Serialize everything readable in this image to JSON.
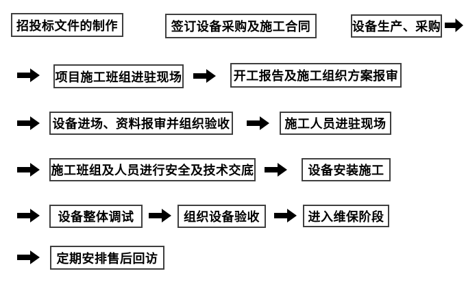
{
  "diagram": {
    "type": "flowchart",
    "background_color": "#ffffff",
    "box_border_color": "#3e3e3e",
    "text_color": "#000000",
    "arrow_color": "#000000",
    "arrow_icon": "right-block-arrow",
    "nodes": [
      {
        "label": "招投标文件的制作"
      },
      {
        "label": "签订设备采购及施工合同"
      },
      {
        "label": "设备生产、采购"
      },
      {
        "label": "项目施工班组进驻现场"
      },
      {
        "label": "开工报告及施工组织方案报审"
      },
      {
        "label": "设备进场、资料报审并组织验收"
      },
      {
        "label": "施工人员进驻现场"
      },
      {
        "label": "施工班组及人员进行安全及技术交底"
      },
      {
        "label": "设备安装施工"
      },
      {
        "label": "设备整体调试"
      },
      {
        "label": "组织设备验收"
      },
      {
        "label": "进入维保阶段"
      },
      {
        "label": "定期安排售后回访"
      }
    ]
  }
}
